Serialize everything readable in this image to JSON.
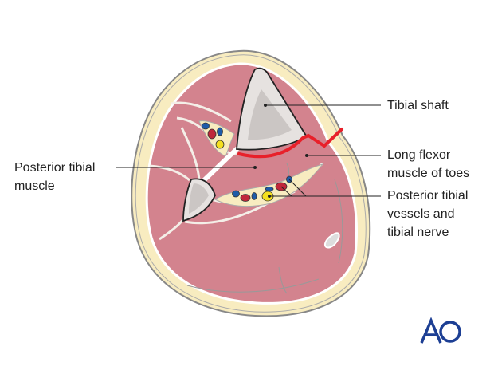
{
  "labels": {
    "tibial_shaft": [
      "Tibial shaft"
    ],
    "long_flexor": [
      "Long flexor",
      "muscle of toes"
    ],
    "posterior_tibial_muscle": [
      "Posterior tibial",
      "muscle"
    ],
    "posterior_tibial_vessels": [
      "Posterior tibial",
      "vessels and",
      "tibial nerve"
    ]
  },
  "logo": {
    "text": "AO"
  },
  "colors": {
    "skin_fat": "#f8ecc0",
    "muscle": "#d3838e",
    "bone": "#e6e2e0",
    "marrow": "#cbc6c4",
    "incision": "#e8202a",
    "artery": "#c0283a",
    "vein": "#1f5ba8",
    "nerve": "#f5e020",
    "logo": "#1d3f94"
  }
}
